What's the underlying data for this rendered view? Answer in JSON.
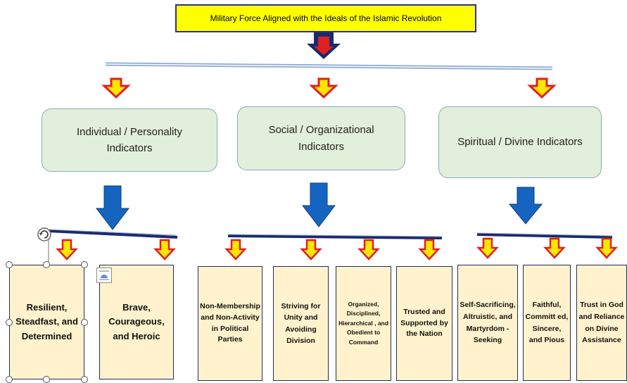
{
  "title": "Military Force Aligned with the Ideals of the Islamic Revolution",
  "categories": [
    {
      "label": "Individual / Personality Indicators"
    },
    {
      "label": "Social / Organizational Indicators"
    },
    {
      "label": "Spiritual / Divine Indicators"
    }
  ],
  "leaves": [
    {
      "label": "Resilient, Steadfast, and Determined"
    },
    {
      "label": "Brave, Courageous, and Heroic"
    },
    {
      "label": "Non-Membership and Non-Activity in Political Parties"
    },
    {
      "label": "Striving for Unity and Avoiding Division"
    },
    {
      "label": "Organized, Disciplined, Hierarchical , and Obedient to Command"
    },
    {
      "label": "Trusted and Supported by the Nation"
    },
    {
      "label": "Self-Sacrificing, Altruistic, and Martyrdom -Seeking"
    },
    {
      "label": "Faithful, Committ ed, Sincere, and Pious"
    },
    {
      "label": "Trust in God and Reliance on Divine Assistance"
    }
  ],
  "colors": {
    "title_fill": "#ffff00",
    "category_fill": "#e2efda",
    "leaf_fill": "#fff2cc",
    "blue_arrow": "#1565c0",
    "red_arrow": "#e02020",
    "yellow_arrow_fill": "#ffe600",
    "bar": "#1a2a6c"
  },
  "icons": [
    "rotate-handle-icon",
    "layout-options-icon"
  ]
}
